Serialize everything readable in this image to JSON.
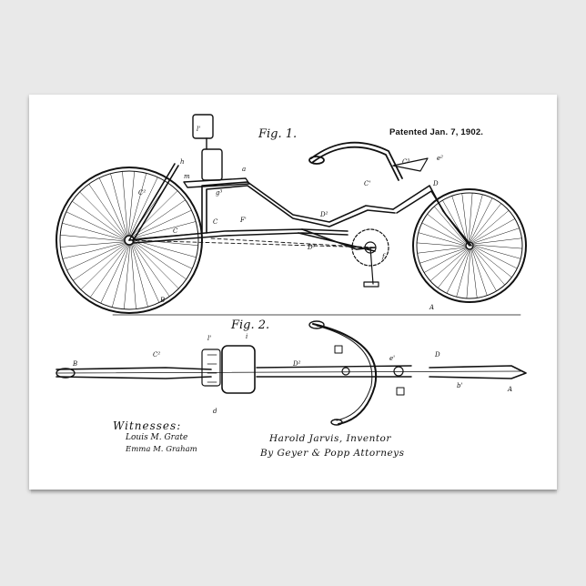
{
  "document": {
    "patented": "Patented Jan. 7, 1902.",
    "fig1_label": "Fig. 1.",
    "fig2_label": "Fig. 2.",
    "witnesses_label": "Witnesses:",
    "witness_signature_1": "Louis M. Grate",
    "witness_signature_2": "Emma M. Graham",
    "inventor_line": "Harold Jarvis, Inventor",
    "attorneys_line": "By Geyer & Popp Attorneys"
  },
  "colors": {
    "ink": "#111111",
    "paper": "#ffffff",
    "wall": "#e9e9e9"
  }
}
